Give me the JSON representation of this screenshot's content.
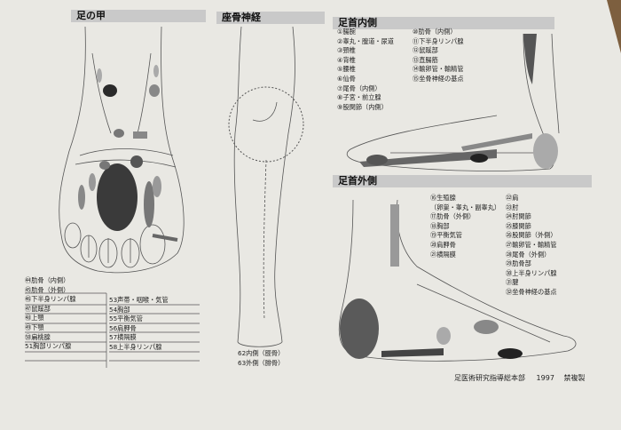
{
  "sections": {
    "foot_top": "足の甲",
    "sciatic": "座骨神経",
    "inner_ankle": "足首内側",
    "outer_ankle": "足首外側"
  },
  "foot_top_list": {
    "col1": [
      "㊹肋骨（内側）",
      "㊺肋骨（外側）",
      "㊻下半身リンパ腺",
      "㊼鼠蹊部",
      "㊽上顎",
      "㊾下顎",
      "㊿扁桃腺",
      "51胸部リンパ腺"
    ],
    "col2": [
      "53声帯・咽喉・気管",
      "54胸部",
      "55平衡気管",
      "56肩胛骨",
      "57横隔膜",
      "58上半身リンパ腺"
    ]
  },
  "sciatic_list": [
    "62内側（脛骨）",
    "63外側（腓骨）"
  ],
  "inner_list": [
    "①腸腕",
    "②睾丸・膣道・尿道",
    "③頸椎",
    "④背椎",
    "⑤腰椎",
    "⑥仙骨",
    "⑦尾骨（内側）",
    "⑧子宮・前立腺",
    "⑨股関節（内側）"
  ],
  "inner_list2": [
    "⑩肋骨（内側）",
    "⑪下半身リンパ腺",
    "⑫鼠蹊部",
    "⑬直腸筋",
    "⑭輸卵管・輸精管",
    "⑮坐骨神経の基点"
  ],
  "outer_list1": [
    "⑯生殖腺",
    "（卵巣・睾丸・副睾丸）",
    "⑰肋骨（外側）",
    "⑱胸部",
    "⑲平衡気管",
    "⑳肩胛骨",
    "㉑横隔膜"
  ],
  "outer_list2": [
    "㉒肩",
    "㉓肘",
    "㉔肘関節",
    "㉕膝関節",
    "㉖股関節（外側）",
    "㉗輸卵管・輸精管",
    "㉘尾骨（外側）",
    "㉙肋骨部",
    "㉚上半身リンパ腺",
    "㉛腱",
    "㉜坐骨神経の基点"
  ],
  "footer": {
    "org": "足医術研究指導総本部",
    "year": "1997",
    "notice": "禁複製"
  },
  "colors": {
    "paper": "#e9e8e3",
    "header": "#c9c9c9",
    "dark": "#2a2a2a",
    "mid": "#8a8a8a",
    "light": "#b5b5b5",
    "line": "#555555"
  }
}
